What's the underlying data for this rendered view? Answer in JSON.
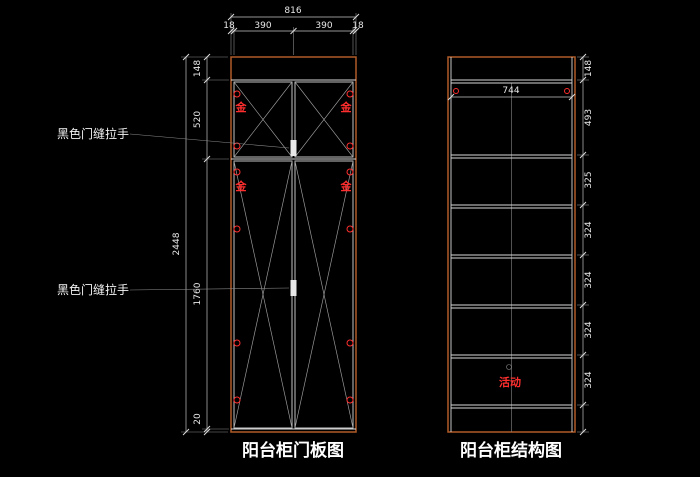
{
  "left_view": {
    "title": "阳台柜门板图",
    "width_total": "816",
    "width_segments": [
      "18",
      "390",
      "390",
      "18"
    ],
    "height_total": "2448",
    "height_segments": [
      "148",
      "520",
      "1760",
      "20"
    ],
    "handle_labels": [
      "黑色门缝拉手",
      "黑色门缝拉手"
    ],
    "gold_marks": [
      "金",
      "金",
      "金",
      "金"
    ]
  },
  "right_view": {
    "title": "阳台柜结构图",
    "inner_width": "744",
    "height_segments": [
      "148",
      "493",
      "325",
      "324",
      "324",
      "324",
      "324"
    ],
    "movable_label": "活动"
  },
  "colors": {
    "background": "#000000",
    "edge_band": "#b05c28",
    "line": "#d9d9d9",
    "dim_text": "#e8e8e8",
    "accent_red": "#ff2e2e"
  }
}
